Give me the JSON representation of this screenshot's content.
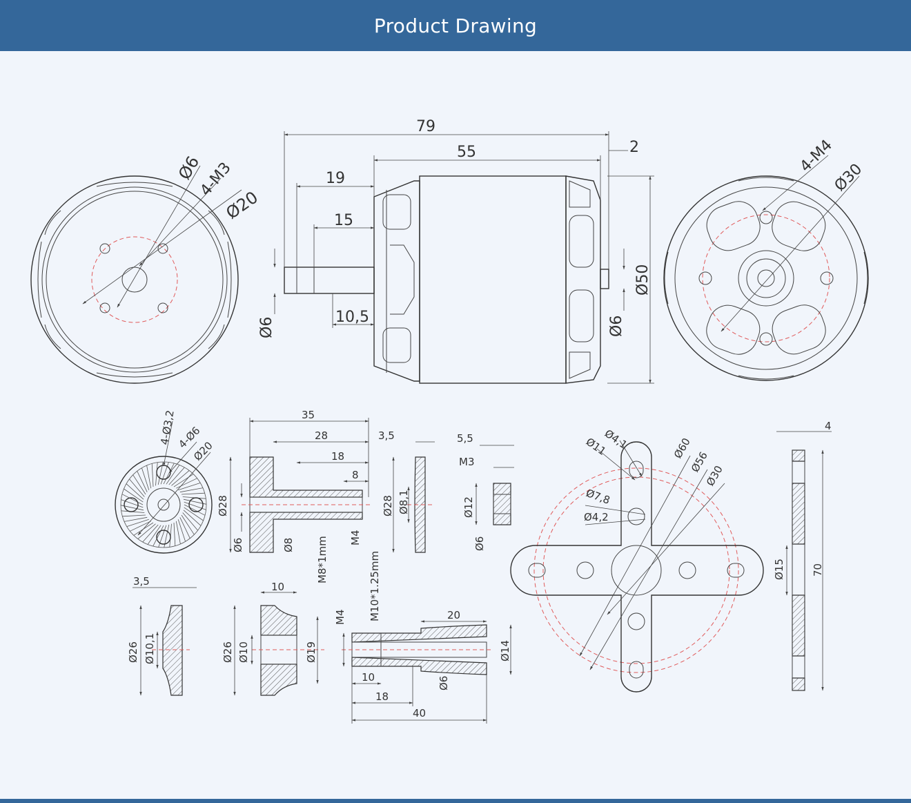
{
  "header": {
    "title": "Product Drawing"
  },
  "colors": {
    "banner": "#34679a",
    "background": "#f1f5fb",
    "center_line": "#e05a5a"
  },
  "dims": {
    "d79": "79",
    "d55": "55",
    "d2": "2",
    "d19": "19",
    "d15": "15",
    "d105": "10,5",
    "dphi6a": "Ø6",
    "dphi6b": "Ø6",
    "dphi50": "Ø50",
    "l_phi6": "Ø6",
    "l_4m3": "4-M3",
    "l_phi20": "Ø20",
    "r_4m4": "4-M4",
    "r_phi30": "Ø30",
    "a_4phi32": "4-Ø3,2",
    "a_4phi6": "4-Ø6",
    "a_phi20": "Ø20",
    "b_35": "35",
    "b_28": "28",
    "b_18": "18",
    "b_8": "8",
    "b_phi28": "Ø28",
    "b_phi6": "Ø6",
    "b_phi8": "Ø8",
    "b_m8": "M8*1mm",
    "b_m4": "M4",
    "c_35": "3,5",
    "c_phi28": "Ø28",
    "c_phi81": "Ø8,1",
    "d_55": "5,5",
    "d_m3": "M3",
    "d_phi12": "Ø12",
    "d_phi6": "Ø6",
    "e_phi41": "Ø4,1",
    "e_phi11": "Ø11",
    "e_phi60": "Ø60",
    "e_phi56": "Ø56",
    "e_phi30": "Ø30",
    "e_phi78": "Ø7,8",
    "e_phi42": "Ø4,2",
    "f_4": "4",
    "f_70": "70",
    "f_phi15": "Ø15",
    "g_35": "3,5",
    "g_phi26": "Ø26",
    "g_phi101": "Ø10,1",
    "h_10": "10",
    "h_phi26": "Ø26",
    "h_phi10": "Ø10",
    "h_phi19": "Ø19",
    "i_m4": "M4",
    "i_m10": "M10*1.25mm",
    "i_20": "20",
    "i_phi14": "Ø14",
    "i_10": "10",
    "i_18": "18",
    "i_40": "40",
    "i_phi6": "Ø6"
  }
}
